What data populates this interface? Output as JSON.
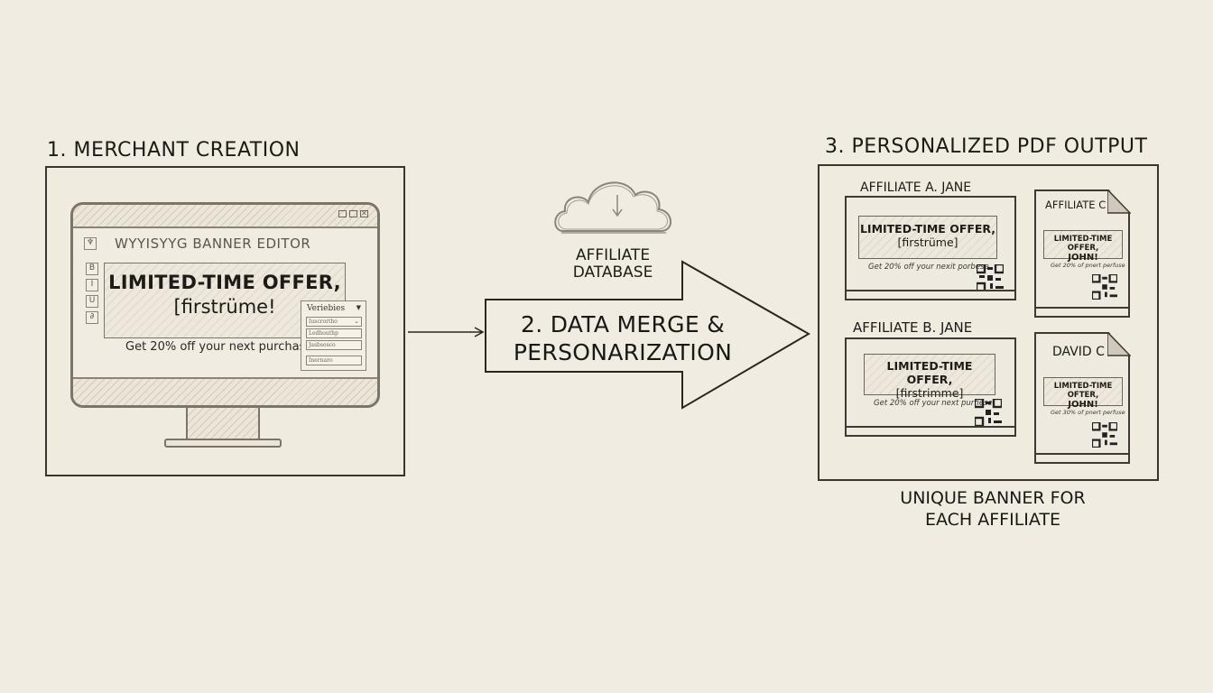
{
  "diagram": {
    "step1": {
      "title": "1. MERCHANT CREATION",
      "editor": {
        "window_title": "WYYISYYG BANNER EDITOR",
        "window_controls": [
          "minimize-icon",
          "maximize-icon",
          "close-icon"
        ],
        "toolbar": [
          {
            "label": "B",
            "icon": "bold-icon"
          },
          {
            "label": "I",
            "icon": "italic-icon"
          },
          {
            "label": "U",
            "icon": "underline-icon"
          },
          {
            "label": "∂",
            "icon": "link-icon"
          }
        ],
        "app_icon": "cup-icon",
        "banner": {
          "headline": "LIMITED-TIME OFFER,",
          "variable": "[firstrüme!",
          "subtext": "Get 20% off your next purchase"
        },
        "variables_panel": {
          "title": "Veriebies",
          "fields": [
            "Iuscrortho",
            "Ledhouthp",
            "Jasbsosco",
            "Inernaro"
          ]
        }
      }
    },
    "step2": {
      "source_label_line1": "AFFILIATE",
      "source_label_line2": "DATABASE",
      "source_icon": "cloud-download-icon",
      "process_line1": "2. DATA MERGE &",
      "process_line2": "PERSONARIZATION"
    },
    "step3": {
      "title": "3. PERSONALIZED PDF OUTPUT",
      "outputs": [
        {
          "label": "AFFILIATE A. JANE",
          "headline": "LIMITED-TIME OFFER,",
          "variable": "[firstrüme]",
          "subtext": "Get 20% off your nexit porbese"
        },
        {
          "label": "AFFILIATE C",
          "headline": "LIMITED-TIME OFFER,",
          "variable": "JOHN!",
          "subtext": "Get 20% of pnert perfuse"
        },
        {
          "label": "AFFILIATE B. JANE",
          "headline": "LIMITED-TIME OFFER,",
          "variable": "[firstrimme]",
          "subtext": "Get 20% off your next purfiese"
        },
        {
          "label": "DAVID C",
          "headline": "LIMITED-TIME OFTER,",
          "variable": "JOHN!",
          "subtext": "Get 30% of pnert perfuse"
        }
      ],
      "caption_line1": "UNIQUE BANNER FOR",
      "caption_line2": "EACH AFFILIATE"
    },
    "colors": {
      "paper": "#f1ece1",
      "ink": "#1f1c18",
      "pencil": "#7a746a"
    }
  }
}
